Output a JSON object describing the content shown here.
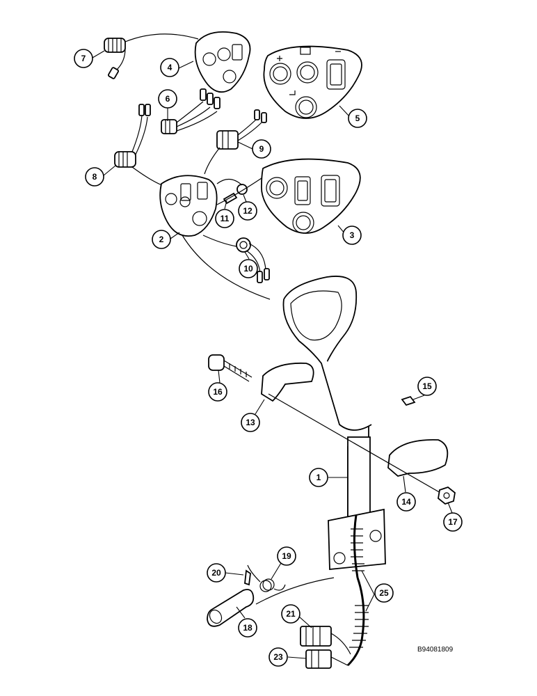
{
  "drawing_code": "B94081809",
  "callouts": [
    {
      "label": "1"
    },
    {
      "label": "2"
    },
    {
      "label": "3"
    },
    {
      "label": "4"
    },
    {
      "label": "5"
    },
    {
      "label": "6"
    },
    {
      "label": "7"
    },
    {
      "label": "8"
    },
    {
      "label": "9"
    },
    {
      "label": "10"
    },
    {
      "label": "11"
    },
    {
      "label": "12"
    },
    {
      "label": "13"
    },
    {
      "label": "14"
    },
    {
      "label": "15"
    },
    {
      "label": "16"
    },
    {
      "label": "17"
    },
    {
      "label": "18"
    },
    {
      "label": "19"
    },
    {
      "label": "20"
    },
    {
      "label": "21"
    },
    {
      "label": "23"
    },
    {
      "label": "25"
    }
  ]
}
